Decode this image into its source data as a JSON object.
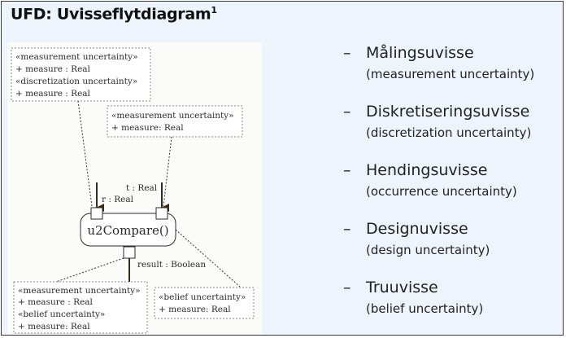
{
  "title": "UFD: Uvisseflytdiagram",
  "title_sup": "1",
  "diagram": {
    "box_input_1": [
      "«measurement uncertainty»",
      "+ measure : Real",
      "«discretization uncertainty»",
      "+ measure : Real"
    ],
    "box_input_2": [
      "«measurement uncertainty»",
      "+ measure: Real"
    ],
    "label_r": "r : Real",
    "label_t": "t : Real",
    "action_name": "u2Compare()",
    "label_result": "result : Boolean",
    "box_output_1": [
      "«measurement uncertainty»",
      "+ measure : Real",
      "«belief uncertainty»",
      "+ measure: Real"
    ],
    "box_output_2": [
      "«belief uncertainty»",
      "+ measure: Real"
    ]
  },
  "list": [
    {
      "term": "Målingsuvisse",
      "english": "(measurement uncertainty)"
    },
    {
      "term": "Diskretiseringsuvisse",
      "english": "(discretization uncertainty)"
    },
    {
      "term": "Hendingsuvisse",
      "english": "(occurrence uncertainty)"
    },
    {
      "term": "Designuvisse",
      "english": "(design uncertainty)"
    },
    {
      "term": "Truuvisse",
      "english": "(belief uncertainty)"
    }
  ],
  "dash_glyph": "–",
  "colors": {
    "background": "#eef4fb",
    "panel": "#fbfbfa",
    "arrow": "#3a2a10",
    "dotted_border": "#8a8a8a"
  }
}
